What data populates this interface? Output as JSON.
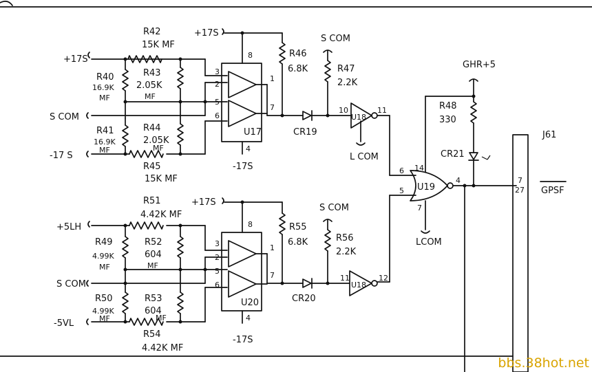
{
  "labels": {
    "top_in_p17": "+17S",
    "top_vcc": "+17S",
    "scom_a": "S COM",
    "scom_b": "S COM",
    "scom_c": "S COM",
    "scom_d": "S COM",
    "neg17_a": "-17 S",
    "neg17_b": "-17S",
    "neg17_c": "-17S",
    "ghr5": "GHR+5",
    "r42": "R42",
    "r42v": "15K MF",
    "r43": "R43",
    "r43v": "2.05K",
    "r43m": "MF",
    "r40": "R40",
    "r40v": "16.9K",
    "r40m": "MF",
    "r41": "R41",
    "r41v": "16.9K",
    "r41m": "MF",
    "r44": "R44",
    "r44v": "2.05K",
    "r44m": "MF",
    "r45": "R45",
    "r45v": "15K MF",
    "r46": "R46",
    "r46v": "6.8K",
    "r47": "R47",
    "r47v": "2.2K",
    "r48": "R48",
    "r48v": "330",
    "cr19": "CR19",
    "cr20": "CR20",
    "cr21": "CR21",
    "u17": "U17",
    "u18": "U18",
    "u18b": "U18",
    "u19": "U19",
    "u20": "U20",
    "lcom_a": "L COM",
    "lcom_b": "LCOM",
    "j61": "J61",
    "gpsf": "GPSF",
    "in_5lh": "+5LH",
    "bot_vcc": "+17S",
    "r51": "R51",
    "r51v": "4.42K MF",
    "r49": "R49",
    "r49v": "4.99K",
    "r49m": "MF",
    "r52": "R52",
    "r52v": "604",
    "r52m": "MF",
    "r55": "R55",
    "r55v": "6.8K",
    "r56": "R56",
    "r56v": "2.2K",
    "r50": "R50",
    "r50v": "4.99K",
    "r50m": "MF",
    "r53": "R53",
    "r53v": "604",
    "r53m": "MF",
    "r54": "R54",
    "r54v": "4.42K MF",
    "in_5vl": "-5VL",
    "p8a": "8",
    "p4a": "4",
    "p3a": "3",
    "p2a": "2",
    "p5a": "5",
    "p6a": "6",
    "p1a": "1",
    "p7a": "7",
    "p8b": "8",
    "p4b": "4",
    "p3b": "3",
    "p2b": "2",
    "p5b": "5",
    "p6b": "6",
    "p1b": "1",
    "p7b": "7",
    "p10": "10",
    "p11a": "11",
    "p11b": "11",
    "p12": "12",
    "p6c": "6",
    "p14": "14",
    "p5c": "5",
    "p4c": "4",
    "p7c": "7",
    "j7": "7",
    "j27": "27"
  },
  "watermark": "bbs.38hot.net"
}
